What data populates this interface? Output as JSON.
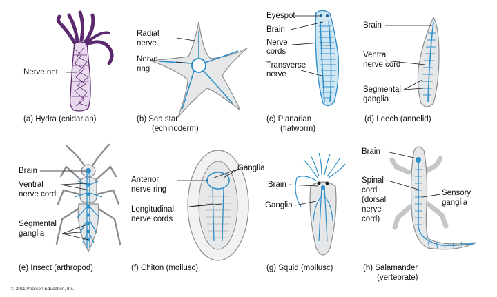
{
  "panels": [
    {
      "caption": [
        "(a) Hydra (cnidarian)"
      ],
      "labels": [
        "Nerve net"
      ]
    },
    {
      "caption": [
        "(b) Sea star",
        "(echinoderm)"
      ],
      "labels": [
        "Radial",
        "nerve",
        "Nerve",
        "ring"
      ]
    },
    {
      "caption": [
        "(c) Planarian",
        "(flatworm)"
      ],
      "labels": [
        "Eyespot",
        "Brain",
        "Nerve",
        "cords",
        "Transverse",
        "nerve"
      ]
    },
    {
      "caption": [
        "(d) Leech (annelid)"
      ],
      "labels": [
        "Brain",
        "Ventral",
        "nerve cord",
        "Segmental",
        "ganglia"
      ]
    },
    {
      "caption": [
        "(e) Insect (arthropod)"
      ],
      "labels": [
        "Brain",
        "Ventral",
        "nerve cord",
        "Segmental",
        "ganglia"
      ]
    },
    {
      "caption": [
        "(f) Chiton (mollusc)"
      ],
      "labels": [
        "Anterior",
        "nerve ring",
        "Ganglia",
        "Longitudinal",
        "nerve cords"
      ]
    },
    {
      "caption": [
        "(g) Squid (mollusc)"
      ],
      "labels": [
        "Brain",
        "Ganglia"
      ]
    },
    {
      "caption": [
        "(h) Salamander",
        "(vertebrate)"
      ],
      "labels": [
        "Brain",
        "Spinal",
        "cord",
        "(dorsal",
        "nerve",
        "cord)",
        "Sensory",
        "ganglia"
      ]
    }
  ],
  "copyright": "© 2011 Pearson Education, Inc.",
  "colors": {
    "nerve": "#2f8fc8",
    "body": "#e6e7e8",
    "outline": "#8a8c8e",
    "hydra": "#5b2a6e"
  }
}
